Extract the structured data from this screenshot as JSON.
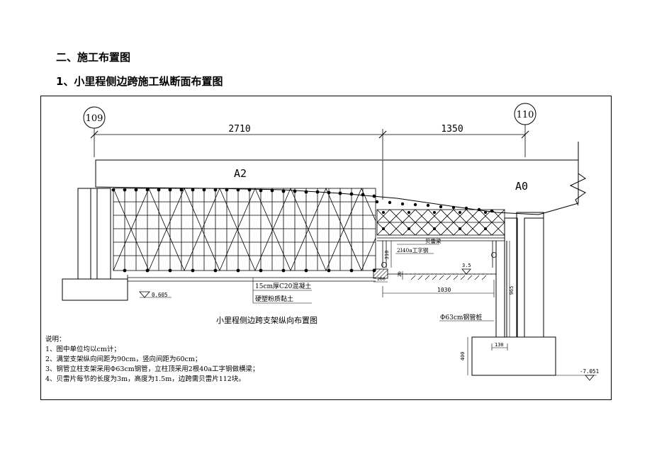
{
  "headings": {
    "section": "二、施工布置图",
    "subsection": "1、小里程侧边跨施工纵断面布置图"
  },
  "drawing": {
    "pier_left": "109",
    "pier_right": "110",
    "span_left": "2710",
    "span_right": "1350",
    "block_a2": "A2",
    "block_a0": "A0",
    "label_beilei": "贝雷梁",
    "label_ibeam": "2I40a工字钢",
    "dim_310": "310",
    "dim_965": "965",
    "dim_1030": "1030",
    "dim_200": "200",
    "dim_130": "130",
    "dim_400": "400",
    "dim_20": "20",
    "elev_35": "3.5",
    "elev_0605": "0.605",
    "elev_7051": "-7.051",
    "label_concrete": "15cm厚C20混凝土",
    "label_clay": "硬塑粉质黏土",
    "label_pile": "Φ63cm钢管桩",
    "caption": "小里程侧边跨支架纵向布置图"
  },
  "notes": {
    "title": "说明：",
    "items": [
      "1、图中单位均以cm计；",
      "2、满堂支架纵向间距为90cm，竖向间距为60cm；",
      "3、钢管立柱支架采用Φ63cm钢管，立柱顶采用2根40a工字钢做横梁；",
      "4、贝雷片每节的长度为3m，高度为1.5m，边跨需贝雷片112块。"
    ]
  }
}
